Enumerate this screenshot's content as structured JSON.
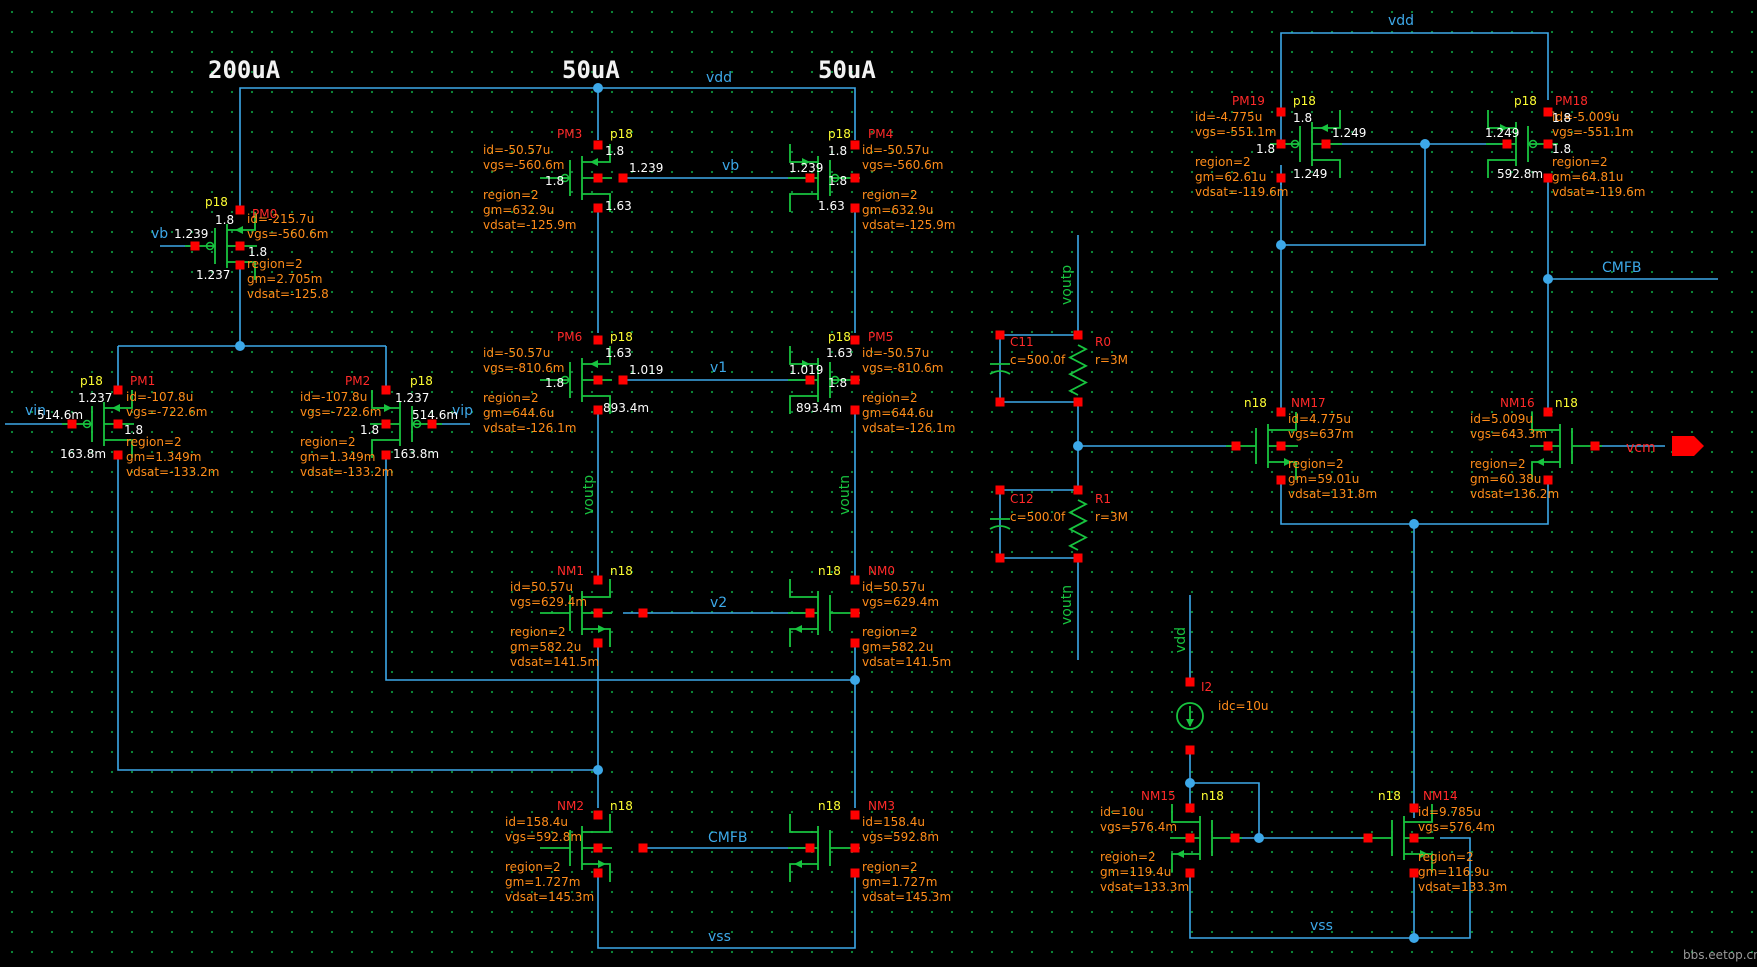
{
  "colors": {
    "wire": "#3da8e8",
    "name": "#ff2a2a",
    "model": "#ffff33",
    "param": "#ff8c1a",
    "net": "#3da8e8",
    "pin": "#ff0000",
    "symbol": "#18c33f",
    "current_label": "#f2f2f2"
  },
  "current_labels": [
    "200uA",
    "50uA",
    "50uA"
  ],
  "nets": {
    "vdd": "vdd",
    "vdd_right": "vdd",
    "vb_left": "vb",
    "vb_mid": "vb",
    "v1": "v1",
    "v2": "v2",
    "cmfb_bottom": "CMFB",
    "cmfb_right": "CMFB",
    "vss_bottom": "vss",
    "vss_right": "vss",
    "voutp_mid": "voutp",
    "voutn_mid": "voutn",
    "voutp_right": "voutp",
    "voutn_right": "voutn",
    "vin": "vin",
    "vip": "vip",
    "vcm": "vcm",
    "vdd_i2": "vdd"
  },
  "devices": {
    "PM0": {
      "name": "PM0",
      "model": "p18",
      "params": [
        "id=-215.7u",
        "vgs=-560.6m",
        "region=2",
        "gm=2.705m",
        "vdsat=-125.8"
      ],
      "pins": [
        "1.8",
        "1.239",
        "1.8",
        "1.237"
      ]
    },
    "PM1": {
      "name": "PM1",
      "model": "p18",
      "params": [
        "id=-107.8u",
        "vgs=-722.6m",
        "region=2",
        "gm=1.349m",
        "vdsat=-133.2m"
      ],
      "pins": [
        "1.237",
        "514.6m",
        "1.8",
        "163.8m"
      ]
    },
    "PM2": {
      "name": "PM2",
      "model": "p18",
      "params": [
        "id=-107.8u",
        "vgs=-722.6m",
        "region=2",
        "gm=1.349m",
        "vdsat=-133.2m"
      ],
      "pins": [
        "1.237",
        "514.6m",
        "1.8",
        "163.8m"
      ]
    },
    "PM3": {
      "name": "PM3",
      "model": "p18",
      "params": [
        "id=-50.57u",
        "vgs=-560.6m",
        "region=2",
        "gm=632.9u",
        "vdsat=-125.9m"
      ],
      "pins": [
        "1.8",
        "1.239",
        "1.8",
        "1.63"
      ]
    },
    "PM4": {
      "name": "PM4",
      "model": "p18",
      "params": [
        "id=-50.57u",
        "vgs=-560.6m",
        "region=2",
        "gm=632.9u",
        "vdsat=-125.9m"
      ],
      "pins": [
        "1.8",
        "1.239",
        "1.8",
        "1.63"
      ]
    },
    "PM6": {
      "name": "PM6",
      "model": "p18",
      "params": [
        "id=-50.57u",
        "vgs=-810.6m",
        "region=2",
        "gm=644.6u",
        "vdsat=-126.1m"
      ],
      "pins": [
        "1.63",
        "1.019",
        "1.8",
        "893.4m"
      ]
    },
    "PM5": {
      "name": "PM5",
      "model": "p18",
      "params": [
        "id=-50.57u",
        "vgs=-810.6m",
        "region=2",
        "gm=644.6u",
        "vdsat=-126.1m"
      ],
      "pins": [
        "1.63",
        "1.019",
        "1.8",
        "893.4m"
      ]
    },
    "NM1": {
      "name": "NM1",
      "model": "n18",
      "params": [
        "id=50.57u",
        "vgs=629.4m",
        "region=2",
        "gm=582.2u",
        "vdsat=141.5m"
      ]
    },
    "NM0": {
      "name": "NM0",
      "model": "n18",
      "params": [
        "id=50.57u",
        "vgs=629.4m",
        "region=2",
        "gm=582.2u",
        "vdsat=141.5m"
      ]
    },
    "NM2": {
      "name": "NM2",
      "model": "n18",
      "params": [
        "id=158.4u",
        "vgs=592.8m",
        "region=2",
        "gm=1.727m",
        "vdsat=145.3m"
      ]
    },
    "NM3": {
      "name": "NM3",
      "model": "n18",
      "params": [
        "id=158.4u",
        "vgs=592.8m",
        "region=2",
        "gm=1.727m",
        "vdsat=145.3m"
      ]
    },
    "PM19": {
      "name": "PM19",
      "model": "p18",
      "params": [
        "id=-4.775u",
        "vgs=-551.1m",
        "region=2",
        "gm=62.61u",
        "vdsat=-119.6m"
      ],
      "pins": [
        "1.8",
        "1.249",
        "1.8",
        "1.249"
      ]
    },
    "PM18": {
      "name": "PM18",
      "model": "p18",
      "params": [
        "id=-5.009u",
        "vgs=-551.1m",
        "region=2",
        "gm=64.81u",
        "vdsat=-119.6m"
      ],
      "pins": [
        "1.8",
        "1.249",
        "1.8",
        "592.8m"
      ]
    },
    "NM17": {
      "name": "NM17",
      "model": "n18",
      "params": [
        "id=4.775u",
        "vgs=637m",
        "region=2",
        "gm=59.01u",
        "vdsat=131.8m"
      ]
    },
    "NM16": {
      "name": "NM16",
      "model": "n18",
      "params": [
        "id=5.009u",
        "vgs=643.3m",
        "region=2",
        "gm=60.38u",
        "vdsat=136.2m"
      ]
    },
    "NM15": {
      "name": "NM15",
      "model": "n18",
      "params": [
        "id=10u",
        "vgs=576.4m",
        "region=2",
        "gm=119.4u",
        "vdsat=133.3m"
      ]
    },
    "NM14": {
      "name": "NM14",
      "model": "n18",
      "params": [
        "id=9.785u",
        "vgs=576.4m",
        "region=2",
        "gm=116.9u",
        "vdsat=133.3m"
      ]
    },
    "C11": {
      "name": "C11",
      "params": [
        "c=500.0f"
      ]
    },
    "C12": {
      "name": "C12",
      "params": [
        "c=500.0f"
      ]
    },
    "R0": {
      "name": "R0",
      "params": [
        "r=3M"
      ]
    },
    "R1": {
      "name": "R1",
      "params": [
        "r=3M"
      ]
    },
    "I2": {
      "name": "I2",
      "params": [
        "idc=10u"
      ]
    }
  },
  "watermark": "bbs.eetop.cn"
}
